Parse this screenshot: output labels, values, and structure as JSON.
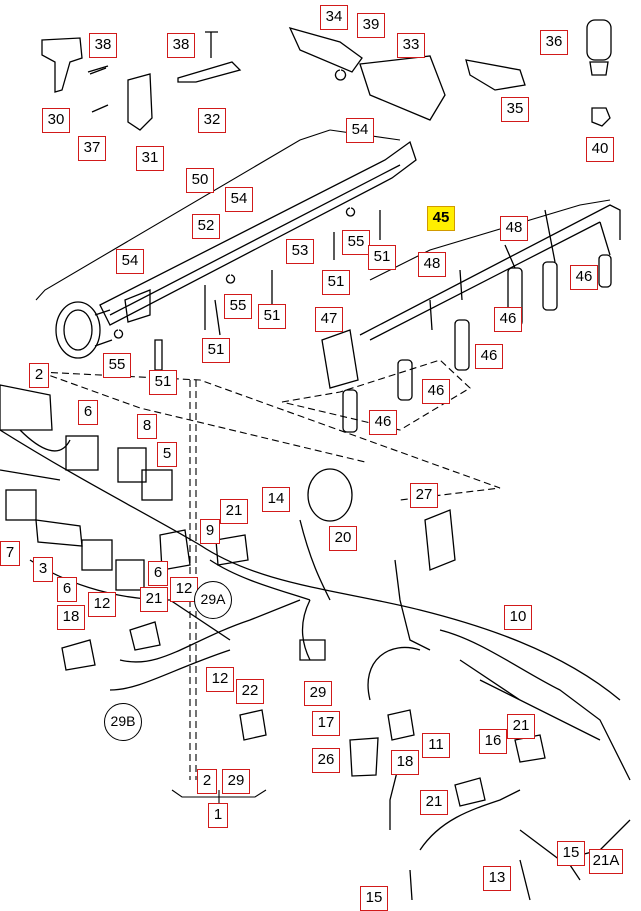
{
  "colors": {
    "label_border": "#d11a1a",
    "highlight_fill": "#ffef00",
    "line": "#000000"
  },
  "labels": [
    {
      "id": "l38a",
      "text": "38"
    },
    {
      "id": "l30",
      "text": "30"
    },
    {
      "id": "l37",
      "text": "37"
    },
    {
      "id": "l31",
      "text": "31"
    },
    {
      "id": "l38b",
      "text": "38"
    },
    {
      "id": "l32",
      "text": "32"
    },
    {
      "id": "l34",
      "text": "34"
    },
    {
      "id": "l39",
      "text": "39"
    },
    {
      "id": "l33",
      "text": "33"
    },
    {
      "id": "l35",
      "text": "35"
    },
    {
      "id": "l36",
      "text": "36"
    },
    {
      "id": "l40",
      "text": "40"
    },
    {
      "id": "l54a",
      "text": "54"
    },
    {
      "id": "l50",
      "text": "50"
    },
    {
      "id": "l54b",
      "text": "54"
    },
    {
      "id": "l52",
      "text": "52"
    },
    {
      "id": "l55a",
      "text": "55"
    },
    {
      "id": "l53",
      "text": "53"
    },
    {
      "id": "l51a",
      "text": "51"
    },
    {
      "id": "l54c",
      "text": "54"
    },
    {
      "id": "l55b",
      "text": "55"
    },
    {
      "id": "l51b",
      "text": "51"
    },
    {
      "id": "l51c",
      "text": "51"
    },
    {
      "id": "l51d",
      "text": "51"
    },
    {
      "id": "l55c",
      "text": "55"
    },
    {
      "id": "l51e",
      "text": "51"
    },
    {
      "id": "l45",
      "text": "45",
      "highlight": true
    },
    {
      "id": "l48a",
      "text": "48"
    },
    {
      "id": "l48b",
      "text": "48"
    },
    {
      "id": "l46a",
      "text": "46"
    },
    {
      "id": "l46b",
      "text": "46"
    },
    {
      "id": "l46c",
      "text": "46"
    },
    {
      "id": "l47",
      "text": "47"
    },
    {
      "id": "l46d",
      "text": "46"
    },
    {
      "id": "l46e",
      "text": "46"
    },
    {
      "id": "l2a",
      "text": "2"
    },
    {
      "id": "l6a",
      "text": "6"
    },
    {
      "id": "l8",
      "text": "8"
    },
    {
      "id": "l5",
      "text": "5"
    },
    {
      "id": "l14",
      "text": "14"
    },
    {
      "id": "l27",
      "text": "27"
    },
    {
      "id": "l21a",
      "text": "21"
    },
    {
      "id": "l9",
      "text": "9"
    },
    {
      "id": "l20",
      "text": "20"
    },
    {
      "id": "l7",
      "text": "7"
    },
    {
      "id": "l3",
      "text": "3"
    },
    {
      "id": "l6b",
      "text": "6"
    },
    {
      "id": "l6c",
      "text": "6"
    },
    {
      "id": "l12a",
      "text": "12"
    },
    {
      "id": "l18a",
      "text": "18"
    },
    {
      "id": "l12b",
      "text": "12"
    },
    {
      "id": "l21b",
      "text": "21"
    },
    {
      "id": "l10",
      "text": "10"
    },
    {
      "id": "l29a",
      "text": "29"
    },
    {
      "id": "l12c",
      "text": "12"
    },
    {
      "id": "l22",
      "text": "22"
    },
    {
      "id": "l17",
      "text": "17"
    },
    {
      "id": "l11",
      "text": "11"
    },
    {
      "id": "l16",
      "text": "16"
    },
    {
      "id": "l21c",
      "text": "21"
    },
    {
      "id": "l26",
      "text": "26"
    },
    {
      "id": "l18b",
      "text": "18"
    },
    {
      "id": "l2b",
      "text": "2"
    },
    {
      "id": "l29b",
      "text": "29"
    },
    {
      "id": "l21d",
      "text": "21"
    },
    {
      "id": "l1",
      "text": "1"
    },
    {
      "id": "l13",
      "text": "13"
    },
    {
      "id": "l15a",
      "text": "15"
    },
    {
      "id": "l15b",
      "text": "15"
    },
    {
      "id": "l21A",
      "text": "21A"
    }
  ],
  "circled": [
    {
      "id": "c29A",
      "text": "29A"
    },
    {
      "id": "c29B",
      "text": "29B"
    }
  ]
}
